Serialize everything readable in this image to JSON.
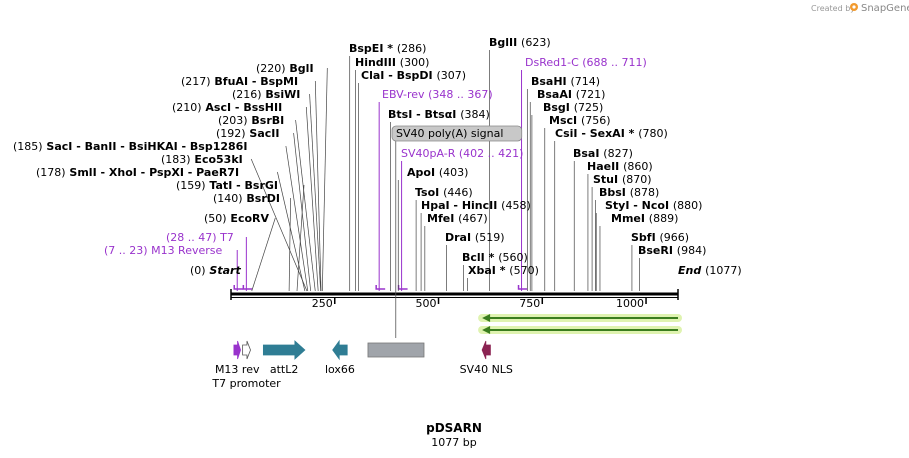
{
  "credit": {
    "prefix": "Created by",
    "brand": "SnapGene"
  },
  "map": {
    "name": "pDSARN",
    "length_text": "1077 bp",
    "total_bp": 1077,
    "ticks": [
      {
        "value": 250,
        "label": "250"
      },
      {
        "value": 500,
        "label": "500"
      },
      {
        "value": 750,
        "label": "750"
      },
      {
        "value": 1000,
        "label": "1000"
      }
    ]
  },
  "sites": [
    {
      "text": "(0)  Start",
      "pos": 0,
      "style": "italic"
    },
    {
      "text": "(7 .. 23)  M13 Reverse",
      "pos": 15,
      "style": "primer"
    },
    {
      "text": "(28 .. 47)  T7",
      "pos": 37,
      "style": "primer"
    },
    {
      "text": "(50)  EcoRV",
      "pos": 50
    },
    {
      "text": "(140)  BsrDI",
      "pos": 140
    },
    {
      "text": "(159)  TatI  - BsrGI",
      "pos": 159
    },
    {
      "text": "(178)  SmlI  - XhoI  - PspXI  - PaeR7I",
      "pos": 178
    },
    {
      "text": "(183)  Eco53kI",
      "pos": 183
    },
    {
      "text": "(185)  SacI  - BanII  - BsiHKAI  - Bsp1286I",
      "pos": 185
    },
    {
      "text": "(192)  SacII",
      "pos": 192
    },
    {
      "text": "(203)  BsrBI",
      "pos": 203
    },
    {
      "text": "(210)  AscI  - BssHII",
      "pos": 210
    },
    {
      "text": "(216)  BsiWI",
      "pos": 216
    },
    {
      "text": "(217)  BfuAI  - BspMI",
      "pos": 217
    },
    {
      "text": "(220)  BglI",
      "pos": 220
    },
    {
      "text": "BspEI *  (286)",
      "pos": 286
    },
    {
      "text": "HindIII  (300)",
      "pos": 300
    },
    {
      "text": "ClaI  - BspDI  (307)",
      "pos": 307
    },
    {
      "text": "EBV-rev  (348 .. 367)",
      "pos": 357,
      "style": "primer"
    },
    {
      "text": "BtsI  - BtsαI  (384)",
      "pos": 384
    },
    {
      "text": "SV40 poly(A) signal",
      "pos": 397,
      "style": "box"
    },
    {
      "text": "SV40pA-R  (402 .. 421)",
      "pos": 411,
      "style": "primer"
    },
    {
      "text": "ApoI  (403)",
      "pos": 403
    },
    {
      "text": "TsoI  (446)",
      "pos": 446
    },
    {
      "text": "HpaI  - HincII  (458)",
      "pos": 458
    },
    {
      "text": "MfeI  (467)",
      "pos": 467
    },
    {
      "text": "DraI  (519)",
      "pos": 519
    },
    {
      "text": "BclI *  (560)",
      "pos": 560
    },
    {
      "text": "XbaI *  (570)",
      "pos": 570
    },
    {
      "text": "BglII  (623)",
      "pos": 623
    },
    {
      "text": "DsRed1-C  (688 .. 711)",
      "pos": 700,
      "style": "primer"
    },
    {
      "text": "BsaHI  (714)",
      "pos": 714
    },
    {
      "text": "BsaAI  (721)",
      "pos": 721
    },
    {
      "text": "BsgI  (725)",
      "pos": 725
    },
    {
      "text": "MscI  (756)",
      "pos": 756
    },
    {
      "text": "CsiI  - SexAI *  (780)",
      "pos": 780
    },
    {
      "text": "BsaI  (827)",
      "pos": 827
    },
    {
      "text": "HaeII  (860)",
      "pos": 860
    },
    {
      "text": "StuI  (870)",
      "pos": 870
    },
    {
      "text": "BbsI  (878)",
      "pos": 878
    },
    {
      "text": "StyI  - NcoI  (880)",
      "pos": 880
    },
    {
      "text": "MmeI  (889)",
      "pos": 889
    },
    {
      "text": "SbfI  (966)",
      "pos": 966
    },
    {
      "text": "BseRI  (984)",
      "pos": 984
    },
    {
      "text": "End  (1077)",
      "pos": 1077,
      "style": "italic"
    }
  ],
  "features": [
    {
      "name": "M13 rev",
      "start": 7,
      "end": 23,
      "direction": "right",
      "color": "#9933cc"
    },
    {
      "name": "T7 promoter",
      "start": 28,
      "end": 47,
      "direction": "right",
      "color": "#ffffff"
    },
    {
      "name": "attL2",
      "start": 78,
      "end": 178,
      "direction": "right",
      "color": "#2f7d94"
    },
    {
      "name": "lox66",
      "start": 245,
      "end": 280,
      "direction": "left",
      "color": "#2f7d94"
    },
    {
      "name": "",
      "start": 330,
      "end": 465,
      "direction": "none",
      "color": "#a0a4aa"
    },
    {
      "name": "SV40 NLS",
      "start": 605,
      "end": 625,
      "direction": "left",
      "color": "#8b2352"
    }
  ],
  "orfs": [
    {
      "start": 605,
      "end": 1077,
      "direction": "left",
      "color": "#3a7d1e"
    },
    {
      "start": 605,
      "end": 1077,
      "direction": "left",
      "color": "#3a7d1e"
    }
  ]
}
